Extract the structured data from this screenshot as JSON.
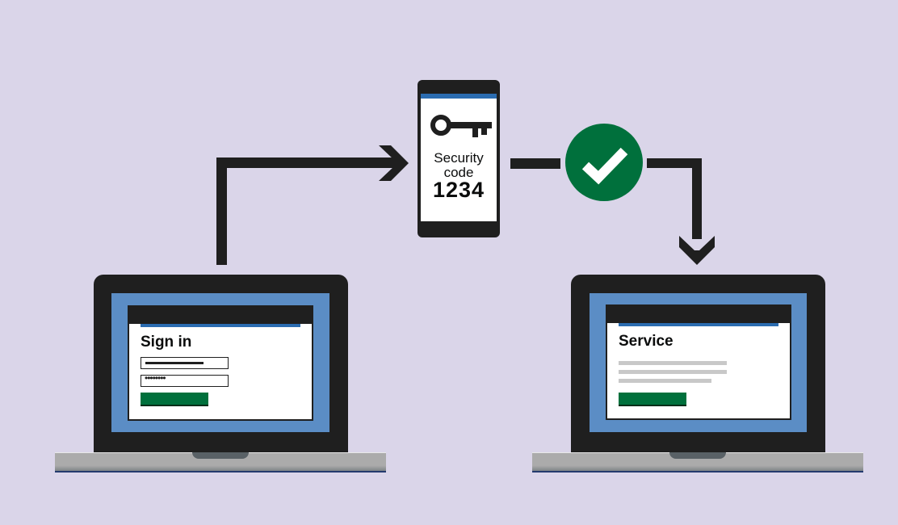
{
  "diagram": {
    "title": "Two-step verification flow",
    "colors": {
      "background": "#dad5e9",
      "dark": "#1f1f1f",
      "screen_blue": "#5b8dc5",
      "stripe_blue": "#2b6cb0",
      "green": "#00703c",
      "gray_text_line": "#c8c8c8"
    },
    "steps": [
      {
        "id": "sign-in",
        "device": "laptop",
        "page_title": "Sign in",
        "fields": [
          "username",
          "password"
        ],
        "password_mask": "••••••••"
      },
      {
        "id": "security-code",
        "device": "phone",
        "icon": "key-icon",
        "label_line1": "Security",
        "label_line2": "code",
        "code": "1234"
      },
      {
        "id": "verified",
        "icon": "check-icon"
      },
      {
        "id": "service",
        "device": "laptop",
        "page_title": "Service"
      }
    ],
    "connectors": [
      {
        "from": "sign-in",
        "to": "security-code",
        "direction": "up-then-right"
      },
      {
        "from": "security-code",
        "to": "verified",
        "direction": "right"
      },
      {
        "from": "verified",
        "to": "service",
        "direction": "right-then-down"
      }
    ]
  }
}
